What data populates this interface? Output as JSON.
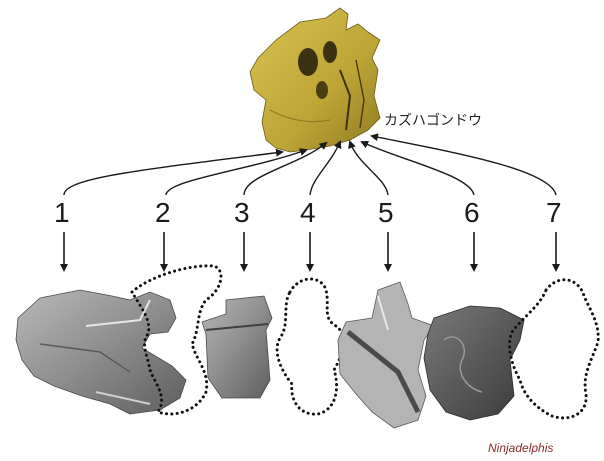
{
  "figure": {
    "specimen_label": "カズハゴンドウ",
    "genus_label": "Ninjadelphis",
    "vertebra_numbers": [
      "1",
      "2",
      "3",
      "4",
      "5",
      "6",
      "7"
    ],
    "colors": {
      "skull_bone": "#c9b13d",
      "fossil_gray": "#8a8a8a",
      "label_accent": "#8b2a2a",
      "arrow": "#1a1a1a"
    }
  }
}
